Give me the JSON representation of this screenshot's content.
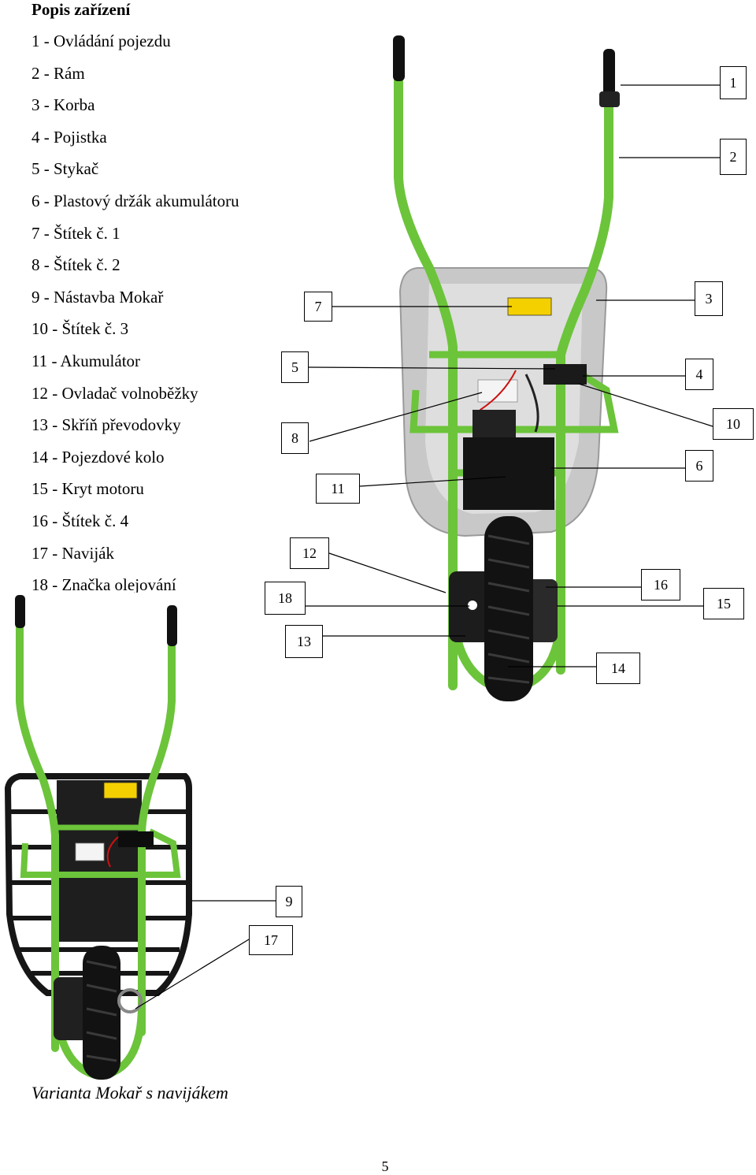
{
  "section_title": "Popis zařízení",
  "parts": [
    "1 - Ovládání pojezdu",
    "2 - Rám",
    "3 - Korba",
    "4 - Pojistka",
    "5 - Stykač",
    "6 - Plastový držák akumulátoru",
    "7 - Štítek č. 1",
    "8 - Štítek č. 2",
    "9 - Nástavba Mokař",
    "10 - Štítek č. 3",
    "11 - Akumulátor",
    "12 - Ovladač volnoběžky",
    "13 - Skříň převodovky",
    "14 - Pojezdové kolo",
    "15 - Kryt motoru",
    "16 - Štítek č. 4",
    "17 - Naviják",
    "18 - Značka olejování"
  ],
  "callouts": [
    "1",
    "2",
    "3",
    "4",
    "5",
    "6",
    "7",
    "8",
    "9",
    "10",
    "11",
    "12",
    "13",
    "14",
    "15",
    "16",
    "17",
    "18"
  ],
  "caption": "Varianta Mokař s navijákem",
  "page_number": "5",
  "colors": {
    "frame_green": "#6cc43a",
    "tub_metal": "#c9c9c9",
    "black": "#111111",
    "label_yellow": "#f5d000"
  }
}
